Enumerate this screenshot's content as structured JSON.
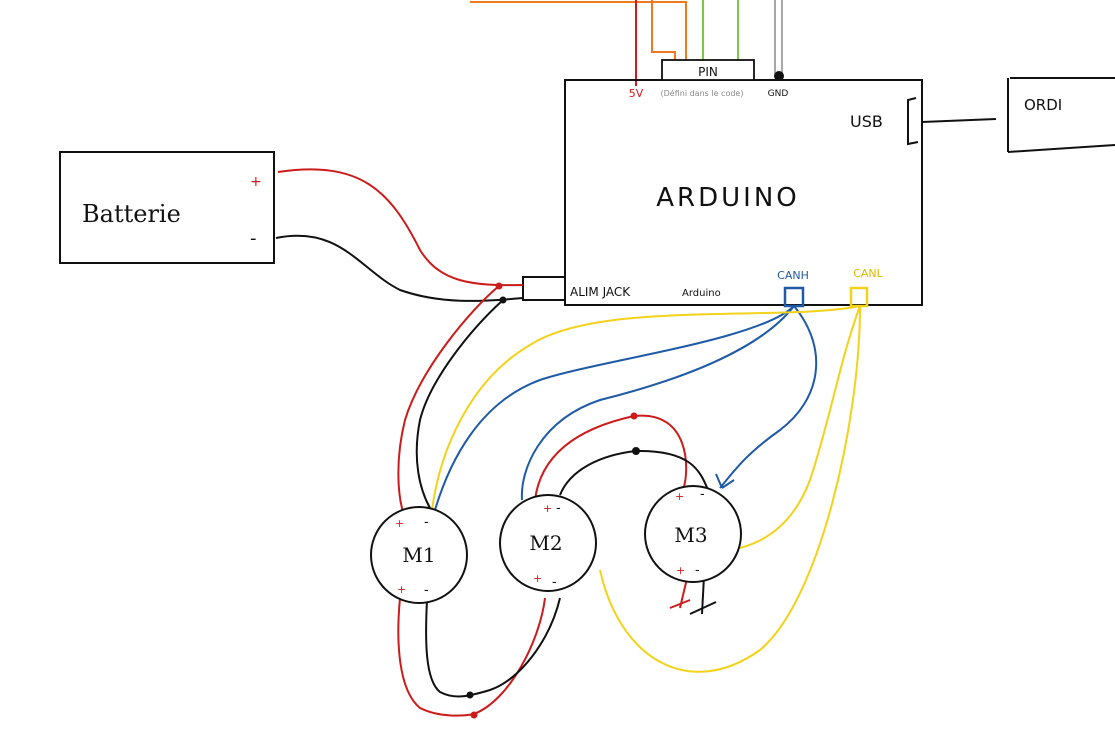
{
  "battery": {
    "label": "Batterie",
    "plus": "+",
    "minus": "-"
  },
  "arduino": {
    "label": "ARDUINO",
    "pin_label": "PIN",
    "pin_note": "(Défini dans le code)",
    "pin_5v": "5V",
    "pin_gnd": "GND",
    "usb": "USB",
    "jack": "ALIM JACK",
    "jack_sub": "Arduino",
    "canh": "CANH",
    "canl": "CANL"
  },
  "computer": {
    "label": "ORDI"
  },
  "motors": [
    {
      "label": "M1",
      "plus_top": "+",
      "minus_top": "-",
      "plus_bottom": "+",
      "minus_bottom": "-"
    },
    {
      "label": "M2",
      "plus_top": "+",
      "minus_top": "-",
      "plus_bottom": "+",
      "minus_bottom": "-"
    },
    {
      "label": "M3",
      "plus_top": "+",
      "minus_top": "-",
      "plus_bottom": "+",
      "minus_bottom": "-"
    }
  ],
  "colors": {
    "power_positive": "#cc1b1b",
    "ground": "#111111",
    "can_high": "#1f5aa6",
    "can_low": "#f2d21b",
    "signal_orange": "#f07a1f",
    "signal_green": "#7ac943",
    "signal_gray": "#a9a9a9"
  }
}
